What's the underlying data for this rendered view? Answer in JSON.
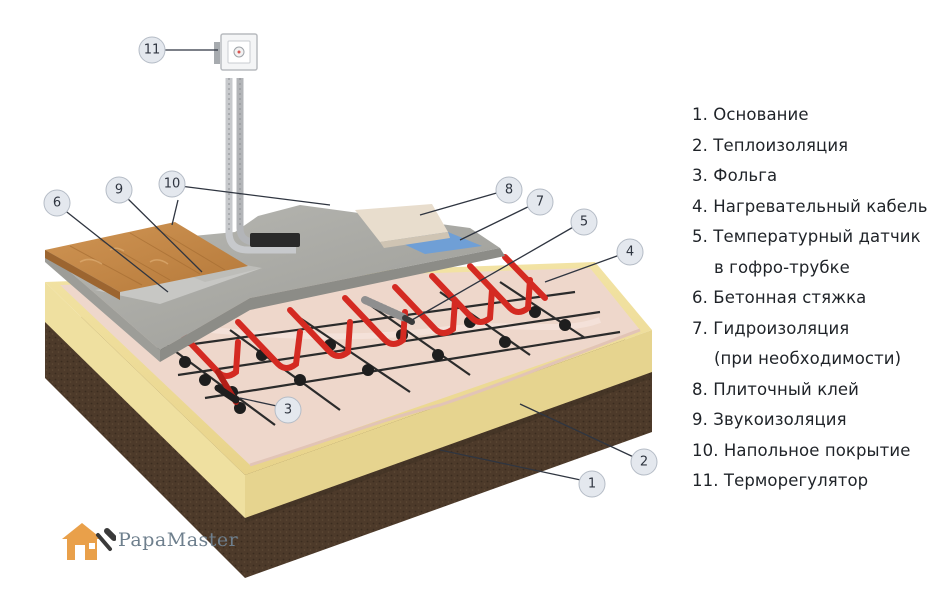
{
  "diagram": {
    "callouts": [
      "1",
      "2",
      "3",
      "4",
      "5",
      "6",
      "7",
      "8",
      "9",
      "10",
      "11"
    ]
  },
  "legend": {
    "items": [
      "1. Основание",
      "2. Теплоизоляция",
      "3. Фольга",
      "4. Нагревательный кабель",
      "5. Температурный датчик",
      "в гофро-трубке",
      "6. Бетонная стяжка",
      "7. Гидроизоляция",
      "(при необходимости)",
      "8. Плиточный клей",
      "9. Звукоизоляция",
      "10. Напольное покрытие",
      "11. Терморегулятор"
    ]
  },
  "watermark": {
    "brand_part1": "Papa",
    "brand_part2": "Master",
    "colors": {
      "part1": "#6e7f8d",
      "part2": "#6e7f8d",
      "house": "#e9a04a"
    }
  },
  "colors": {
    "soil": "#4d3a2a",
    "insulation": "#f3e6a8",
    "foil": "#efd6cc",
    "screed": "#a9a9a5",
    "cable": "#d42a22",
    "wood": "#c58a45",
    "callout_fill": "#e4e8ee"
  }
}
